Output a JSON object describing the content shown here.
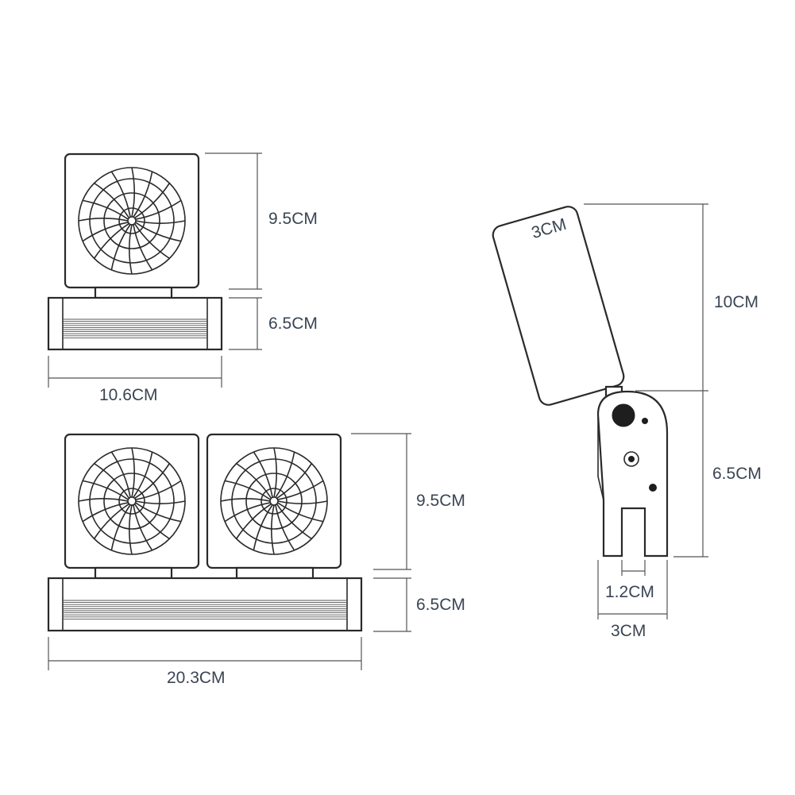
{
  "single_fan": {
    "fan_height": "9.5CM",
    "base_height": "6.5CM",
    "width": "10.6CM"
  },
  "double_fan": {
    "fan_height": "9.5CM",
    "base_height": "6.5CM",
    "width": "20.3CM"
  },
  "side_view": {
    "fan_width": "3CM",
    "fan_height": "10CM",
    "clip_height": "6.5CM",
    "slot_width": "1.2CM",
    "clip_width": "3CM"
  },
  "colors": {
    "outline": "#2a2a2a",
    "label": "#3a4553"
  }
}
